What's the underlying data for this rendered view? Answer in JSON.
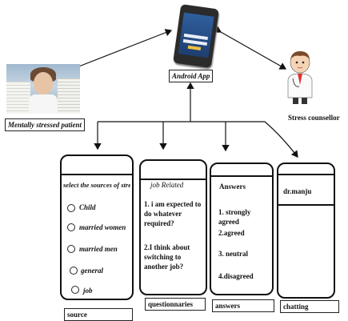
{
  "nodes": {
    "patient_label": "Mentally stressed patient",
    "app_label": "Android App",
    "counsellor_label": "Stress counsellor"
  },
  "panels": {
    "source": {
      "heading": "select the sources of stres",
      "options": [
        "Child",
        "married women",
        "married men",
        "general",
        "job"
      ],
      "caption": "source"
    },
    "questionnaires": {
      "heading": "job Related",
      "q1": "1. i am expected to do whatever required?",
      "q2": "2.I think about switching to another job?",
      "caption": "questionnaries"
    },
    "answers": {
      "heading": "Answers",
      "options": [
        "1. strongly agreed",
        "2.agreed",
        "3. neutral",
        "4.disagreed"
      ],
      "caption": "answers"
    },
    "chatting": {
      "heading": "dr.manju",
      "caption": "chatting"
    }
  },
  "colors": {
    "stroke": "#111111",
    "phone_screen": "#2f5f9e"
  },
  "icons": [
    "android-phone-icon",
    "stressed-person-photo",
    "doctor-icon"
  ]
}
